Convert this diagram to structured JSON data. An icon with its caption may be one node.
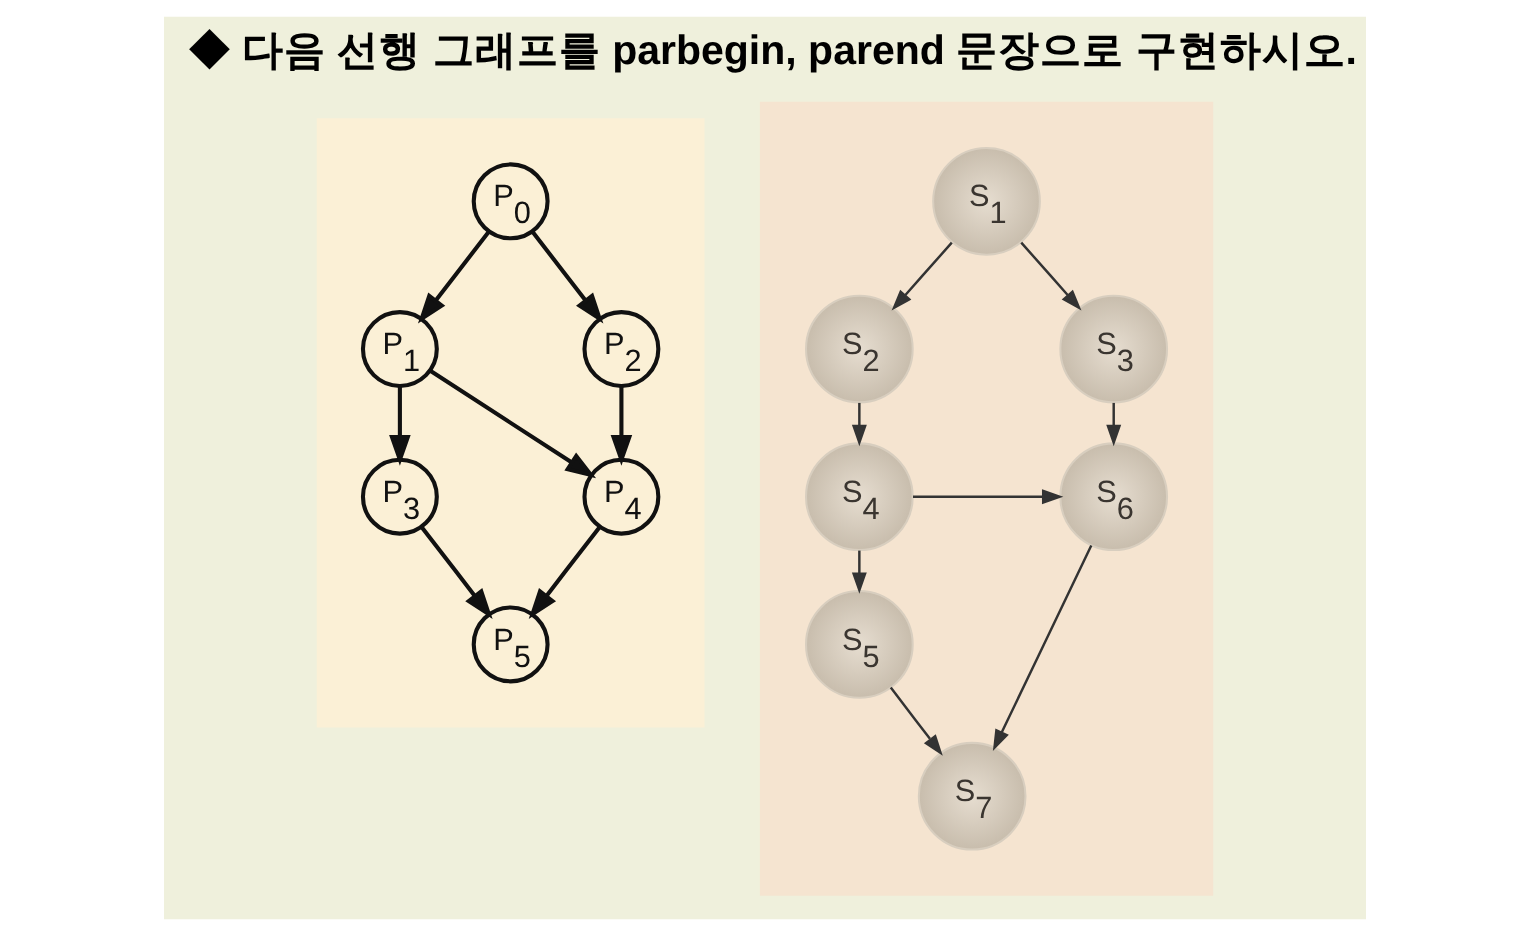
{
  "diagram": {
    "title": "◆ 다음 선행 그래프를 parbegin, parend 문장으로 구현하시오.",
    "nodes": [
      {
        "text": [],
        "shape": "box"
      },
      {
        "text": [
          "P$_{0}$"
        ],
        "in": 0
      },
      {
        "text": [
          "P$_{1}$"
        ],
        "in": 0
      },
      {
        "text": [
          "P$_{2}$"
        ],
        "in": 0
      },
      {
        "text": [
          "P$_{3}$"
        ],
        "in": 0
      },
      {
        "text": [
          "P$_{4}$"
        ],
        "in": 0
      },
      {
        "text": [
          "P$_{5}$"
        ],
        "in": 0
      },
      {
        "text": [],
        "shape": "box"
      },
      {
        "text": [
          "S$_{1}$"
        ],
        "in": 7
      },
      {
        "text": [
          "S$_{2}$"
        ],
        "in": 7
      },
      {
        "text": [
          "S$_{3}$"
        ],
        "in": 7
      },
      {
        "text": [
          "S$_{4}$"
        ],
        "in": 7
      },
      {
        "text": [
          "S$_{5}$"
        ],
        "in": 7
      },
      {
        "text": [
          "S$_{6}$"
        ],
        "in": 7
      },
      {
        "text": [
          "S$_{7}$"
        ],
        "in": 7
      }
    ],
    "edges": [
      {
        "from": 1,
        "to": 2,
        "arrow": "to"
      },
      {
        "from": 1,
        "to": 3,
        "arrow": "to"
      },
      {
        "from": 2,
        "to": 4,
        "arrow": "to"
      },
      {
        "from": 2,
        "to": 5,
        "arrow": "to"
      },
      {
        "from": 3,
        "to": 5,
        "arrow": "to"
      },
      {
        "from": 4,
        "to": 6,
        "arrow": "to"
      },
      {
        "from": 5,
        "to": 6,
        "arrow": "to"
      },
      {
        "from": 8,
        "to": 9,
        "arrow": "to"
      },
      {
        "from": 8,
        "to": 10,
        "arrow": "to"
      },
      {
        "from": 9,
        "to": 11,
        "arrow": "to"
      },
      {
        "from": 10,
        "to": 13,
        "arrow": "to"
      },
      {
        "from": 11,
        "to": 13,
        "arrow": "to"
      },
      {
        "from": 11,
        "to": 12,
        "arrow": "to"
      },
      {
        "from": 12,
        "to": 14,
        "arrow": "to"
      },
      {
        "from": 13,
        "to": 14,
        "arrow": "to"
      }
    ]
  }
}
